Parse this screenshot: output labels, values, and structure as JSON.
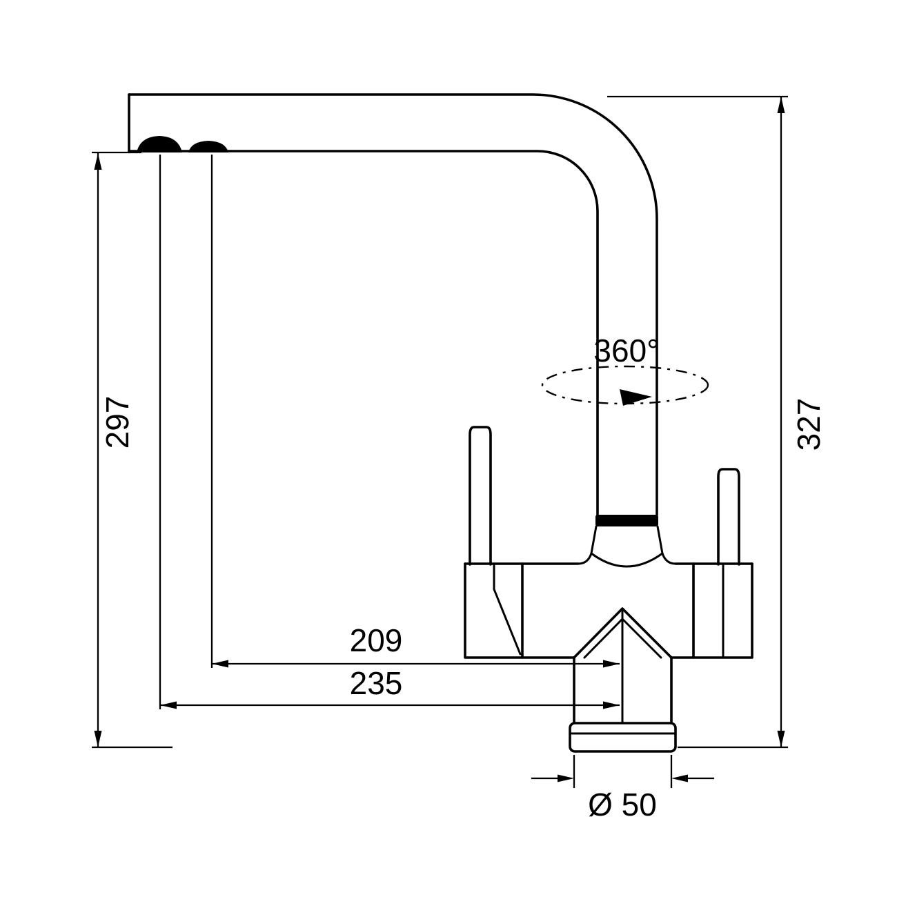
{
  "drawing": {
    "type": "faucet-technical-drawing",
    "colors": {
      "line": "#000000",
      "background": "#ffffff"
    },
    "dimensions": {
      "spout_height": "297",
      "total_height": "327",
      "spout_reach": "209",
      "total_reach": "235",
      "base_diameter": "Ø 50",
      "swivel_angle": "360°"
    }
  }
}
